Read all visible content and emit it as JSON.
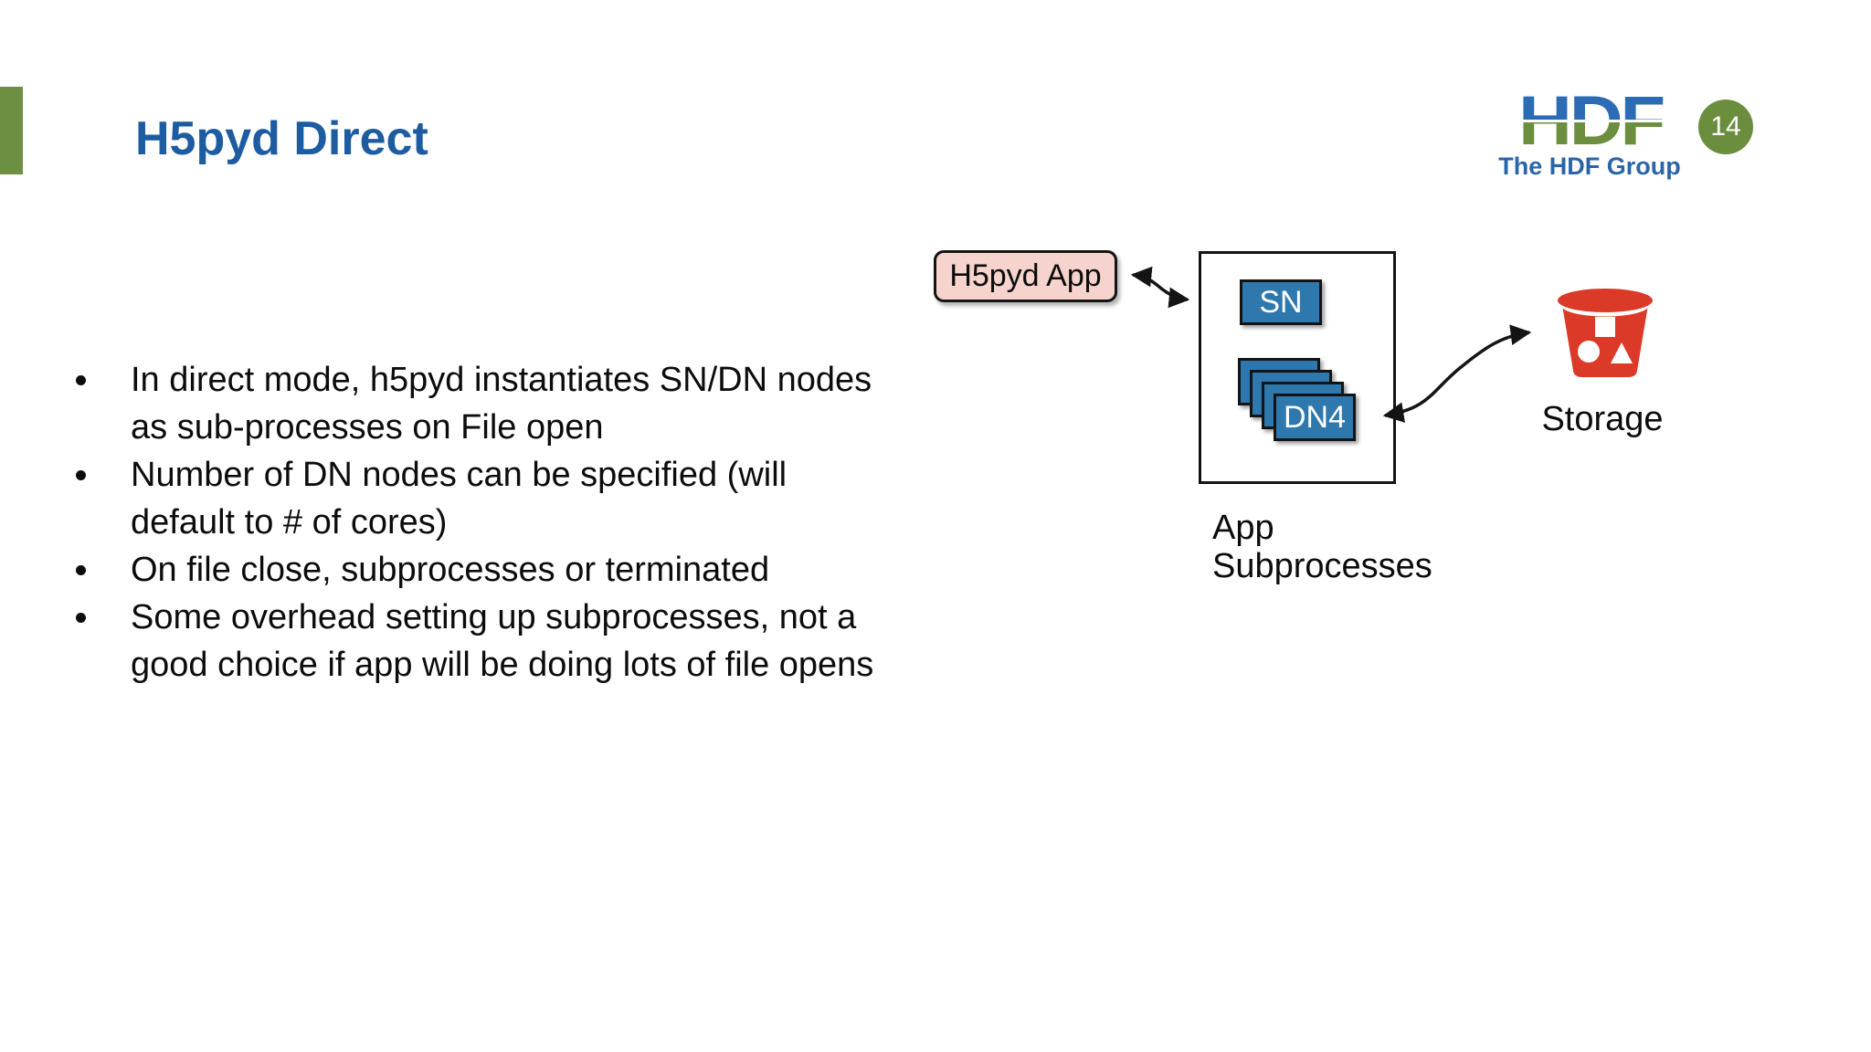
{
  "slide": {
    "title": "H5pyd Direct",
    "page_number": "14"
  },
  "logo": {
    "mark_text": "HDF",
    "caption": "The HDF Group"
  },
  "bullets": {
    "items": [
      {
        "text": "In direct mode, h5pyd instantiates SN/DN nodes\nas sub-processes on File open"
      },
      {
        "text": "Number of DN nodes can be specified (will\ndefault to # of cores)"
      },
      {
        "text": "On file close, subprocesses or terminated"
      },
      {
        "text": "Some overhead setting up subprocesses, not a\ngood choice if app will be doing lots of file opens"
      }
    ]
  },
  "diagram": {
    "app_box_label": "H5pyd App",
    "sn_label": "SN",
    "dn_label": "DN4",
    "storage_label": "Storage",
    "subprocess_label": "App\nSubprocesses"
  },
  "colors": {
    "title_blue": "#1D5CA1",
    "accent_green": "#6C8F41",
    "logo_blue": "#2B6CB4",
    "logo_green": "#6C8F3F",
    "caption_blue": "#2A65A8",
    "badge_green": "#6B8E3E",
    "node_blue": "#2F78AE",
    "app_pink": "#F6D3CC",
    "bucket_red": "#DC3A28"
  }
}
